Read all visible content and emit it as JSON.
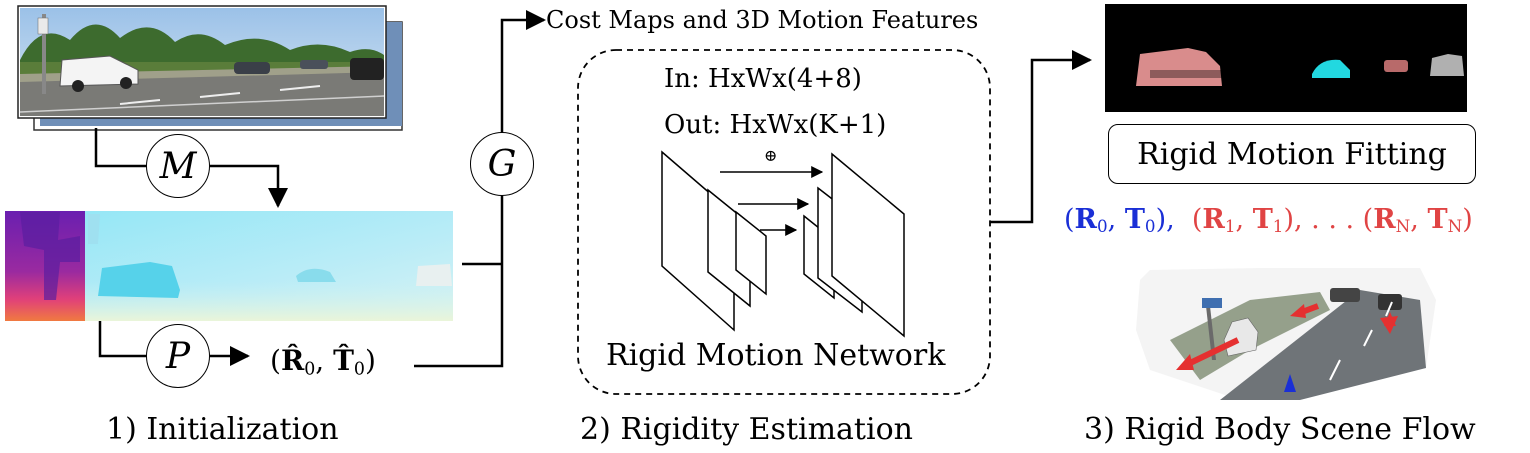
{
  "sections": {
    "init_title": "1) Initialization",
    "rigidity_title": "2) Rigidity Estimation",
    "sceneflow_title": "3) Rigid Body Scene Flow"
  },
  "operators": {
    "m": "M",
    "p": "P",
    "g": "G"
  },
  "init_pose": {
    "open": "(",
    "r": "R̂",
    "r_sub": "0",
    "comma": ", ",
    "t": "T̂",
    "t_sub": "0",
    "close": ")"
  },
  "cost_maps_label": "Cost Maps and 3D Motion Features",
  "network": {
    "in_label": "In: HxWx(4+8)",
    "out_label": "Out: HxWx(K+1)",
    "concat_symbol": "⊕",
    "name": "Rigid Motion Network"
  },
  "fitting_label": "Rigid Motion Fitting",
  "motion_sets": {
    "bg_open": "(",
    "bg_r": "R",
    "bg_r_sub": "0",
    "bg_comma": ", ",
    "bg_t": "T",
    "bg_t_sub": "0",
    "bg_close": "),",
    "fg_open": "(",
    "fg_r1": "R",
    "fg_r1_sub": "1",
    "fg_comma1": ", ",
    "fg_t1": "T",
    "fg_t1_sub": "1",
    "fg_mid": "), . . . (",
    "fg_rn": "R",
    "fg_rn_sub": "N",
    "fg_comma2": ", ",
    "fg_tn": "T",
    "fg_tn_sub": "N",
    "fg_close": ")"
  },
  "colors": {
    "background_motion": "#1a2fd6",
    "object_motion": "#e04444",
    "flow_cyan": "#9fe6f5",
    "mask_pink": "#d98c8c",
    "mask_cyan": "#22d8e0",
    "mask_gray": "#b0b0b0"
  },
  "icons": [
    "photo-road-scene",
    "optical-flow-map",
    "segmentation-mask",
    "point-cloud-flow"
  ]
}
